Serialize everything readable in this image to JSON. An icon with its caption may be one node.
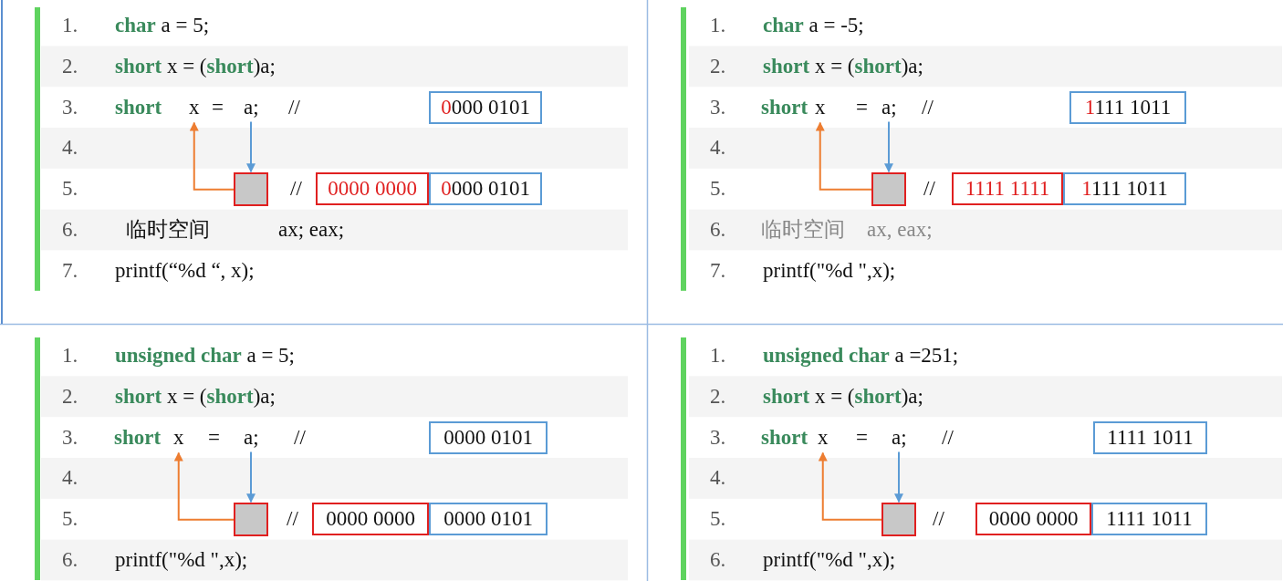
{
  "diagram": {
    "nodes": [
      {
        "text": [
          "x"
        ]
      },
      {
        "text": [
          "a;"
        ]
      },
      {
        "text": [
          "0000 0101"
        ]
      },
      {
        "text": [],
        "shape": "box"
      },
      {
        "text": [
          "0000 0000"
        ]
      },
      {
        "text": [
          "0000 0101"
        ]
      },
      {
        "text": [
          "x"
        ]
      },
      {
        "text": [
          "a;"
        ]
      },
      {
        "text": [
          "1111 1011"
        ]
      },
      {
        "text": [],
        "shape": "box"
      },
      {
        "text": [
          "1111 1111"
        ]
      },
      {
        "text": [
          "1111 1011"
        ]
      },
      {
        "text": [
          "x"
        ]
      },
      {
        "text": [
          "a;"
        ]
      },
      {
        "text": [
          "0000 0101"
        ]
      },
      {
        "text": [],
        "shape": "box"
      },
      {
        "text": [
          "0000 0000"
        ]
      },
      {
        "text": [
          "0000 0101"
        ]
      },
      {
        "text": [
          "x"
        ]
      },
      {
        "text": [
          "a;"
        ]
      },
      {
        "text": [
          "1111 1011"
        ]
      },
      {
        "text": [],
        "shape": "box"
      },
      {
        "text": [
          "0000 0000"
        ]
      },
      {
        "text": [
          "1111 1011"
        ]
      }
    ],
    "edges": [
      {
        "from": 1,
        "to": 3,
        "arrow": "to",
        "color": "#5b9bd5"
      },
      {
        "from": 3,
        "to": 0,
        "arrow": "to",
        "color": "#ed7d31"
      },
      {
        "from": 7,
        "to": 9,
        "arrow": "to",
        "color": "#5b9bd5"
      },
      {
        "from": 9,
        "to": 6,
        "arrow": "to",
        "color": "#ed7d31"
      },
      {
        "from": 13,
        "to": 15,
        "arrow": "to",
        "color": "#5b9bd5"
      },
      {
        "from": 15,
        "to": 12,
        "arrow": "to",
        "color": "#ed7d31"
      },
      {
        "from": 19,
        "to": 21,
        "arrow": "to",
        "color": "#5b9bd5"
      },
      {
        "from": 21,
        "to": 18,
        "arrow": "to",
        "color": "#ed7d31"
      }
    ],
    "labels": [
      "1.",
      "**char** a = 5;",
      "2.",
      "**short** x = (**short**)a;",
      "3.",
      "short",
      "=",
      "//",
      "4.",
      "5.",
      "//",
      "6.",
      "临时空间",
      "ax; eax;",
      "7.",
      "printf(“%d “, x);",
      "1.",
      "**char** a = -5;",
      "2.",
      "**short** x = (**short**)a;",
      "3.",
      "short",
      "=",
      "//",
      "4.",
      "5.",
      "//",
      "6.",
      "临时空间",
      "ax, eax;",
      "7.",
      "printf(\"%d \",x);",
      "1.",
      "**unsigned char** a = 5;",
      "2.",
      "**short** x = (**short**)a;",
      "3.",
      "short",
      "=",
      "//",
      "4.",
      "5.",
      "//",
      "6.",
      "printf(\"%d \",x);",
      "1.",
      "**unsigned char** a =251;",
      "2.",
      "**short** x = (**short**)a;",
      "3.",
      "short",
      "=",
      "//",
      "4.",
      "5.",
      "//",
      "6.",
      "printf(\"%d \",x);"
    ]
  }
}
